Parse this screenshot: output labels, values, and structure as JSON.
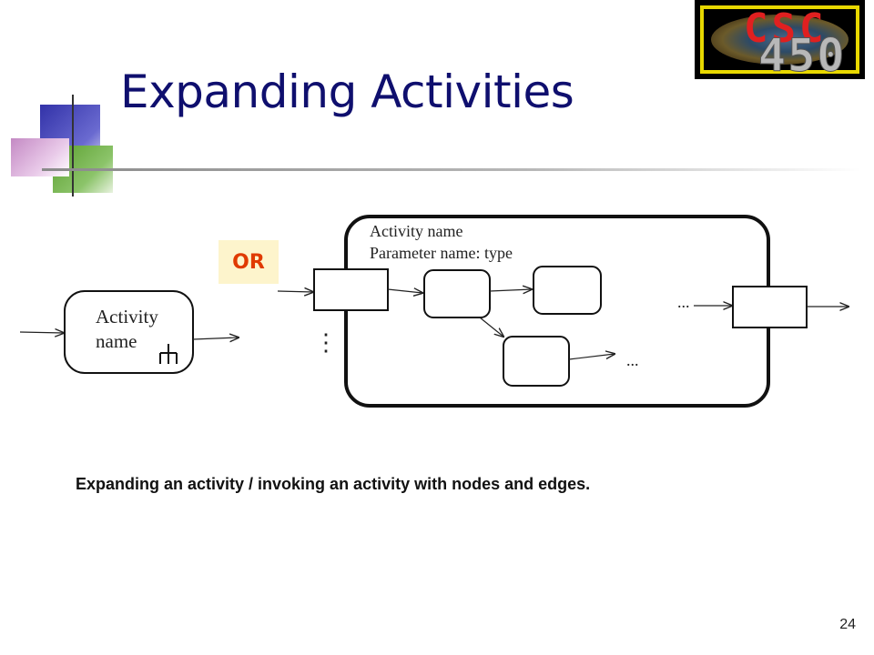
{
  "slide": {
    "title": "Expanding Activities",
    "caption": "Expanding an activity / invoking an activity with nodes and edges.",
    "number": "24",
    "or_label": "OR"
  },
  "logo": {
    "line1": "CSC",
    "line2": "450"
  },
  "diagram": {
    "collapsed_activity": {
      "line1": "Activity",
      "line2": "name"
    },
    "expanded_activity": {
      "name_line": "Activity name",
      "param_line": "Parameter name: type"
    },
    "ellipsis": "...",
    "vertical_ellipsis": "⋮"
  },
  "colors": {
    "title": "#0f0f6e",
    "or_text": "#e03a00",
    "or_background": "#fdf4cc",
    "deco_blue": "#3333aa",
    "deco_green": "#66aa33",
    "deco_purple": "#cc99cc",
    "logo_border": "#e8d800",
    "logo_text": "#e02020"
  }
}
